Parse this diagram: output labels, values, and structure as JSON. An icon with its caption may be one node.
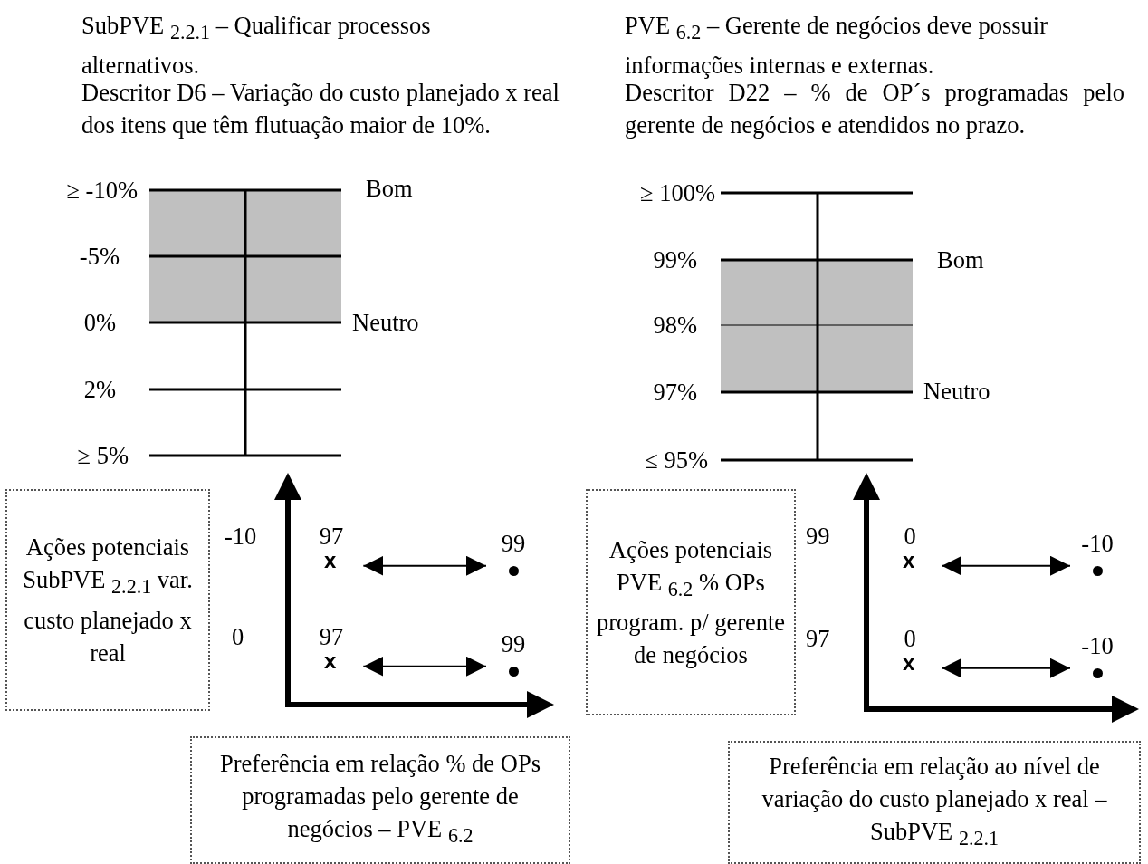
{
  "diagram": {
    "nodes": [
      {
        "text": [
          "Ações potenciais SubPVE $_{2.2.1}$ var. custo planejado x real"
        ]
      },
      {
        "text": [
          "x"
        ],
        "beside": [
          "97"
        ]
      },
      {
        "text": [],
        "shape": "circle",
        "beside": [
          "99"
        ]
      },
      {
        "text": [
          "x"
        ],
        "beside": [
          "97"
        ]
      },
      {
        "text": [],
        "shape": "circle",
        "beside": [
          "99"
        ]
      },
      {
        "text": [
          "Preferência em relação % de OPs programadas pelo gerente de negócios – PVE $_{6.2}$"
        ]
      },
      {
        "text": [
          "Ações potenciais PVE $_{6.2}$ % OPs program. p/ gerente de negócios"
        ]
      },
      {
        "text": [
          "x"
        ],
        "beside": [
          "0"
        ]
      },
      {
        "text": [],
        "shape": "circle",
        "beside": [
          "-10"
        ]
      },
      {
        "text": [
          "x"
        ],
        "beside": [
          "0"
        ]
      },
      {
        "text": [],
        "shape": "circle",
        "beside": [
          "-10"
        ]
      },
      {
        "text": [
          "Preferência em relação ao nível de variação do custo planejado x real – SubPVE $_{2.2.1}$"
        ]
      }
    ],
    "edges": [
      {
        "from": 1,
        "to": 2,
        "arrow": "both"
      },
      {
        "from": 3,
        "to": 4,
        "arrow": "both"
      },
      {
        "from": 7,
        "to": 8,
        "arrow": "both"
      },
      {
        "from": 9,
        "to": 10,
        "arrow": "both"
      }
    ],
    "labels": [
      "SubPVE $_{2.2.1}$ – Qualificar processos alternativos.",
      "Descritor D6 – Variação do custo planejado x real dos itens que têm flutuação maior de 10%.",
      "PVE $_{6.2}$ – Gerente de negócios deve possuir informações internas e externas.",
      "Descritor D22 – % de OP´s programadas pelo gerente de negócios e atendidos no prazo.",
      "≥ -10%",
      "Bom",
      "-5%",
      "0%",
      "Neutro",
      "2%",
      "≥ 5%",
      "≥ 100%",
      "99%",
      "Bom",
      "98%",
      "97%",
      "Neutro",
      "≤ 95%",
      "-10",
      "0",
      "99",
      "97"
    ]
  }
}
